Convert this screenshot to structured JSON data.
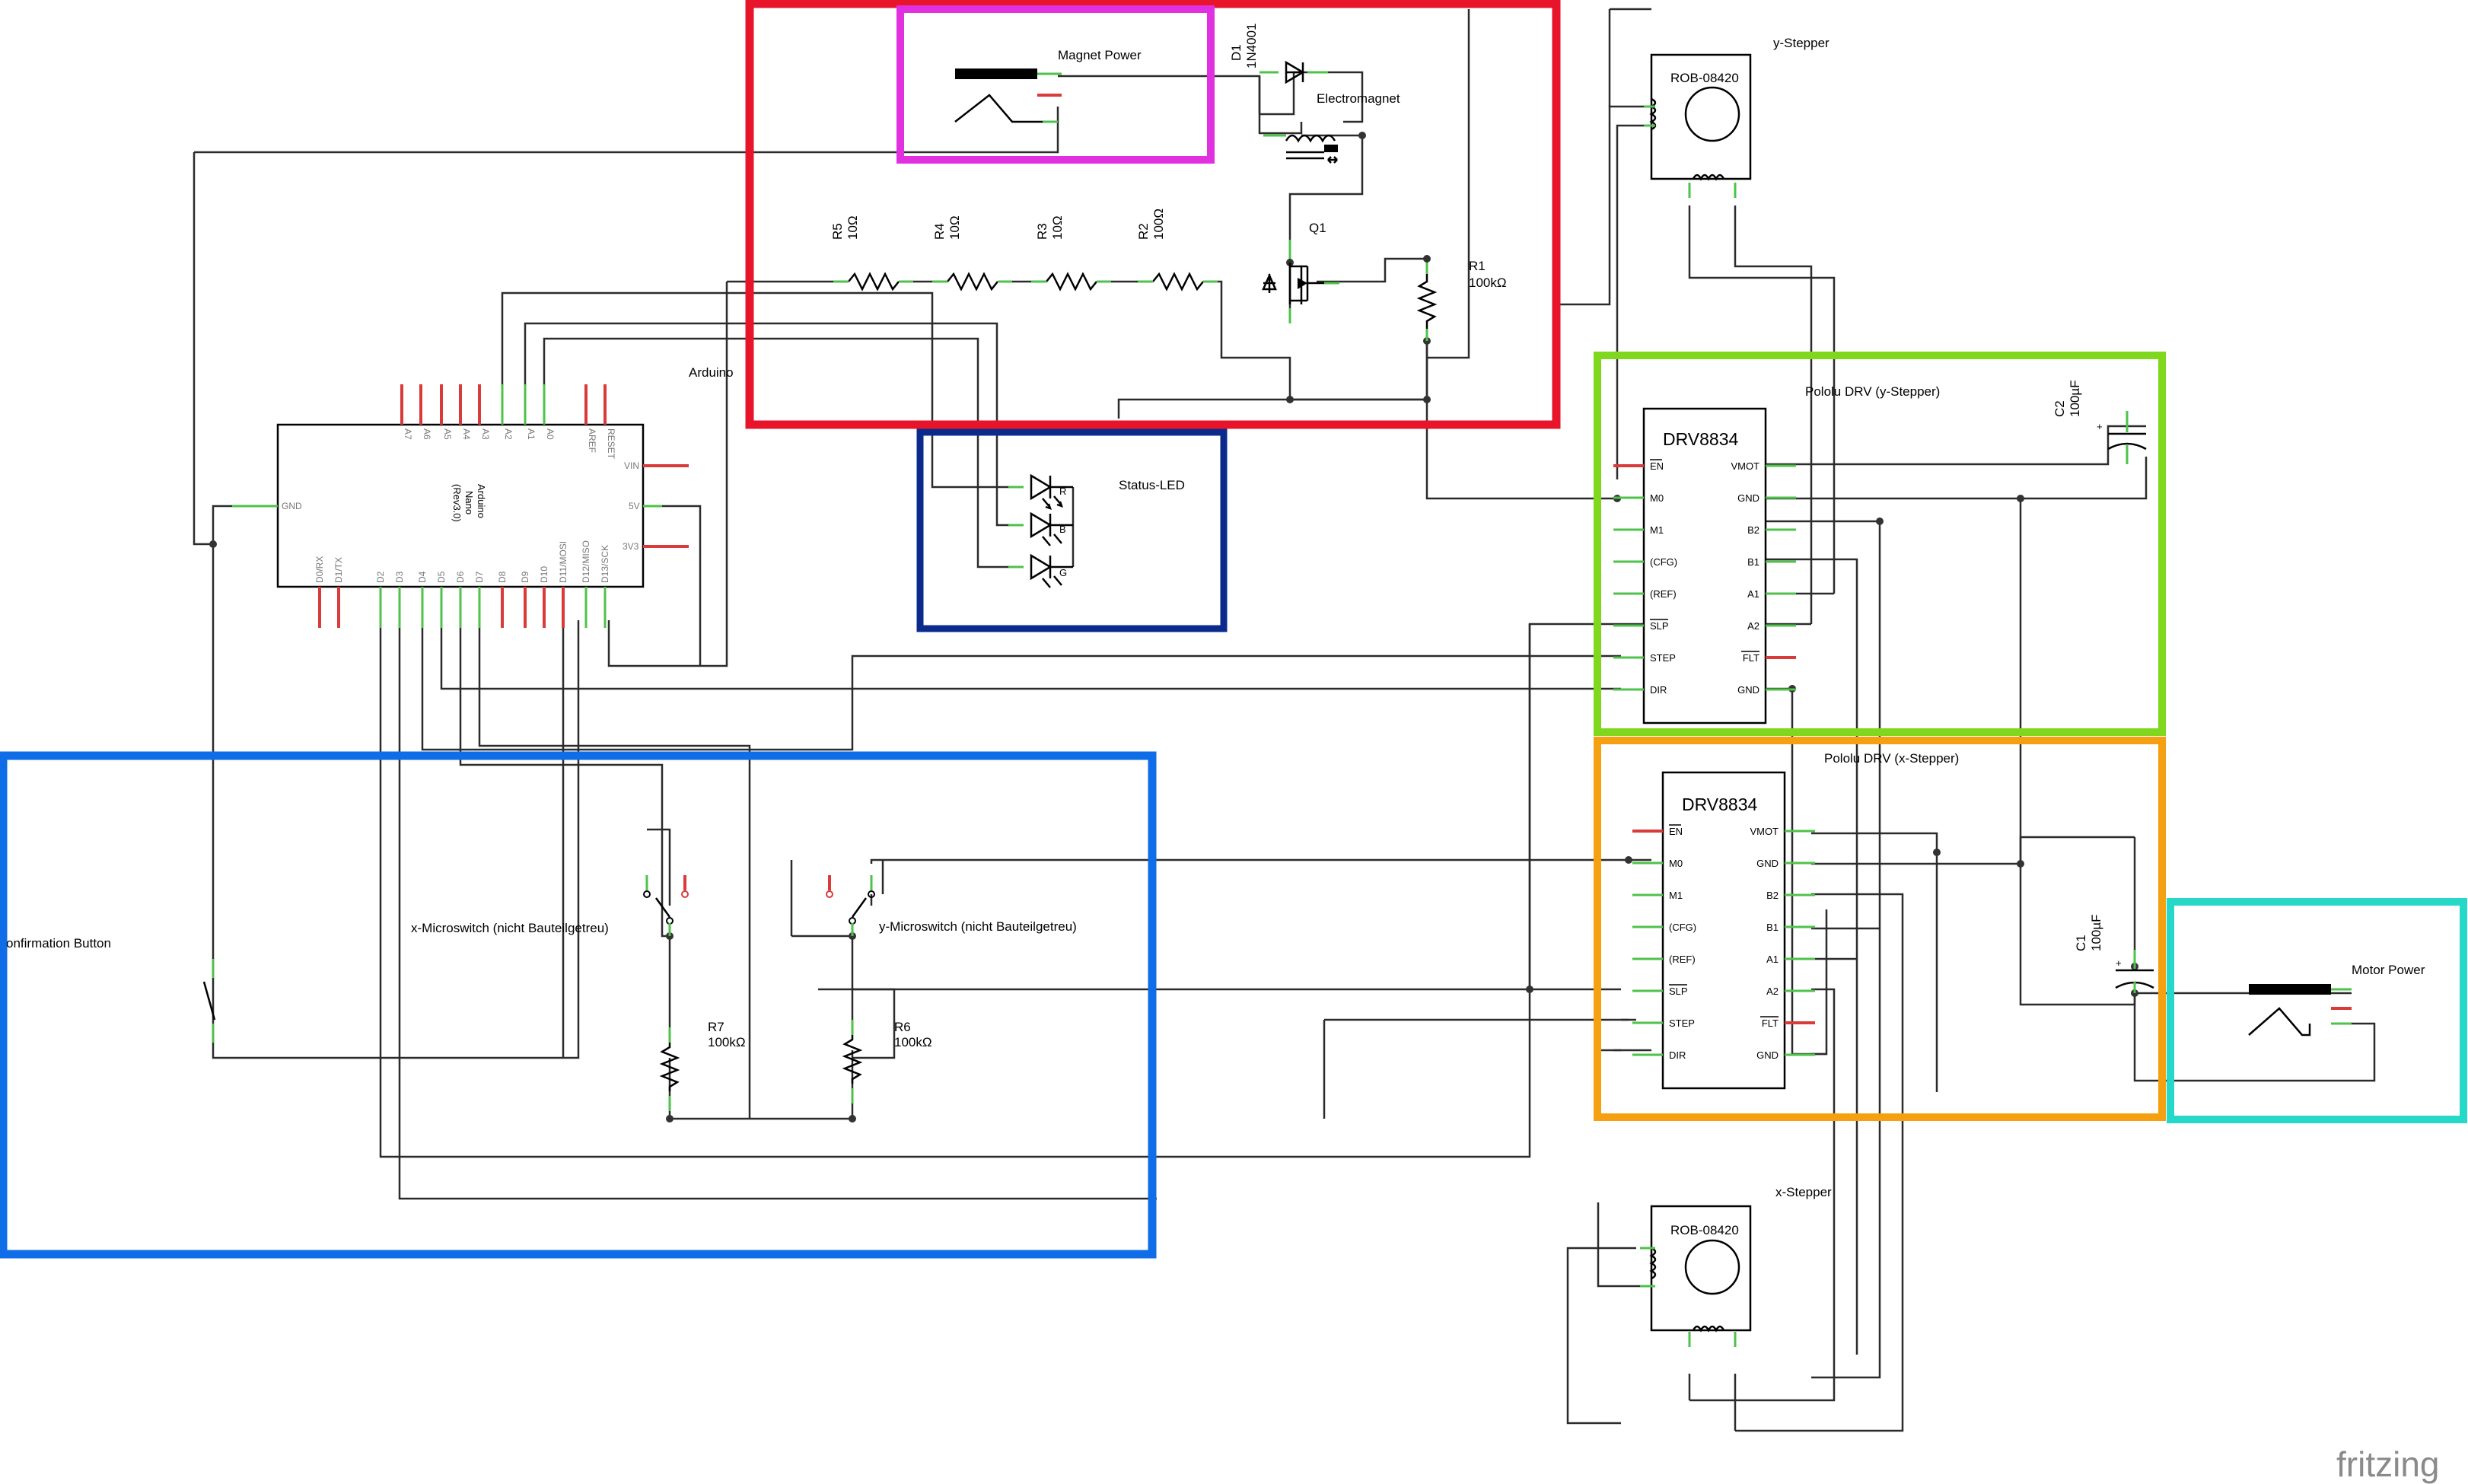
{
  "colors": {
    "magnet_block": "#e8142a",
    "magnet_power_block": "#e030e0",
    "status_led_block": "#0a2a8c",
    "y_driver_block": "#7fd81e",
    "x_driver_block": "#f4a010",
    "motor_power_block": "#25d8c8",
    "input_block": "#0f6de8",
    "wire": "#2b2b2b",
    "pin_connected": "#4fc24a",
    "pin_unconnected": "#d93a3a"
  },
  "labels": {
    "magnet_power": "Magnet Power",
    "d1_ref": "D1",
    "d1_part": "1N4001",
    "electromagnet": "Electromagnet",
    "q1": "Q1",
    "r1_ref": "R1",
    "r1_val": "100kΩ",
    "r2_ref": "R2",
    "r2_val": "100Ω",
    "r3_ref": "R3",
    "r3_val": "10Ω",
    "r4_ref": "R4",
    "r4_val": "10Ω",
    "r5_ref": "R5",
    "r5_val": "10Ω",
    "arduino_net": "Arduino",
    "status_led": "Status-LED",
    "y_stepper": "y-Stepper",
    "x_stepper": "x-Stepper",
    "rob_part": "ROB-08420",
    "pololu_y": "Pololu DRV (y-Stepper)",
    "pololu_x": "Pololu DRV (x-Stepper)",
    "c1_ref": "C1",
    "c1_val": "100µF",
    "c2_ref": "C2",
    "c2_val": "100µF",
    "motor_power": "Motor Power",
    "confirmation_button": "onfirmation Button",
    "x_microswitch": "x-Microswitch (nicht Bauteilgetreu)",
    "y_microswitch": "y-Microswitch (nicht Bauteilgetreu)",
    "r6_ref": "R6",
    "r6_val": "100kΩ",
    "r7_ref": "R7",
    "r7_val": "100kΩ",
    "led_r": "R",
    "led_b": "B",
    "led_g": "G",
    "logo": "fritzing"
  },
  "arduino": {
    "title": "Arduino",
    "subtitle": "Nano",
    "rev": "(Rev3.0)",
    "top_pins": [
      "A7",
      "A6",
      "A5",
      "A4",
      "A3",
      "A2",
      "A1",
      "A0",
      "AREF",
      "RESET"
    ],
    "bottom_pins": [
      "D0/RX",
      "D1/TX",
      "D2",
      "D3",
      "D4",
      "D5",
      "D6",
      "D7",
      "D8",
      "D9",
      "D10",
      "D11/MOSI",
      "D12/MISO",
      "D13/SCK"
    ],
    "right_pins": [
      "VIN",
      "5V",
      "3V3"
    ],
    "left_pins": [
      "GND"
    ]
  },
  "drv_y": {
    "chip": "DRV8834",
    "left_pins": [
      "EN",
      "M0",
      "M1",
      "(CFG)",
      "(REF)",
      "SLP",
      "STEP",
      "DIR"
    ],
    "right_pins": [
      "VMOT",
      "GND",
      "B2",
      "B1",
      "A1",
      "A2",
      "FLT",
      "GND"
    ]
  },
  "drv_x": {
    "chip": "DRV8834",
    "left_pins": [
      "EN",
      "M0",
      "M1",
      "(CFG)",
      "(REF)",
      "SLP",
      "STEP",
      "DIR"
    ],
    "right_pins": [
      "VMOT",
      "GND",
      "B2",
      "B1",
      "A1",
      "A2",
      "FLT",
      "GND"
    ]
  }
}
